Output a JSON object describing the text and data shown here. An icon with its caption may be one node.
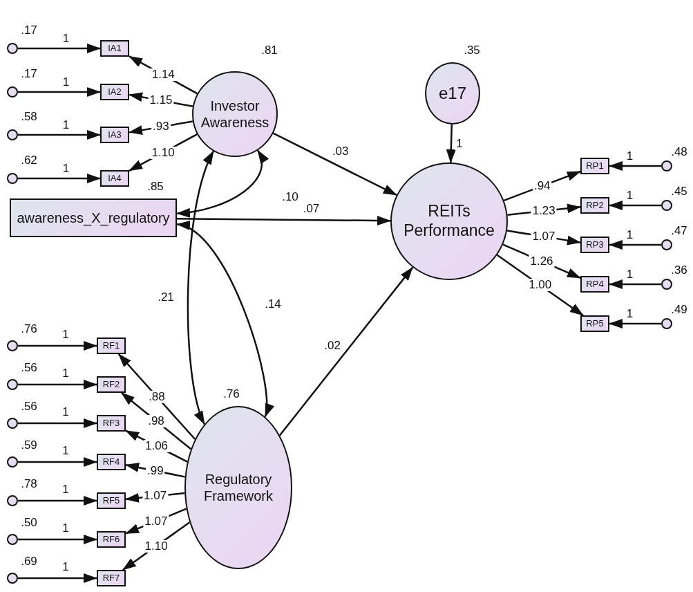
{
  "diagram": {
    "nodes": [
      {
        "text": [
          "Investor Awareness"
        ],
        "beside": [
          ".81"
        ]
      },
      {
        "text": [
          "IA1"
        ]
      },
      {
        "text": [
          "IA2"
        ]
      },
      {
        "text": [
          "IA3"
        ]
      },
      {
        "text": [
          "IA4"
        ]
      },
      {
        "text": [],
        "shape": "circle",
        "beside": [
          ".17"
        ]
      },
      {
        "text": [],
        "shape": "circle",
        "beside": [
          ".17"
        ]
      },
      {
        "text": [],
        "shape": "circle",
        "beside": [
          ".58"
        ]
      },
      {
        "text": [],
        "shape": "circle",
        "beside": [
          ".62"
        ]
      },
      {
        "text": [
          "awareness_X_regulatory"
        ],
        "beside": [
          ".85"
        ]
      },
      {
        "text": [
          "Regulatory Framework"
        ],
        "beside": [
          ".76"
        ]
      },
      {
        "text": [
          "RF1"
        ]
      },
      {
        "text": [
          "RF2"
        ]
      },
      {
        "text": [
          "RF3"
        ]
      },
      {
        "text": [
          "RF4"
        ]
      },
      {
        "text": [
          "RF5"
        ]
      },
      {
        "text": [
          "RF6"
        ]
      },
      {
        "text": [
          "RF7"
        ]
      },
      {
        "text": [],
        "shape": "circle",
        "beside": [
          ".76"
        ]
      },
      {
        "text": [],
        "shape": "circle",
        "beside": [
          ".56"
        ]
      },
      {
        "text": [],
        "shape": "circle",
        "beside": [
          ".56"
        ]
      },
      {
        "text": [],
        "shape": "circle",
        "beside": [
          ".59"
        ]
      },
      {
        "text": [],
        "shape": "circle",
        "beside": [
          ".78"
        ]
      },
      {
        "text": [],
        "shape": "circle",
        "beside": [
          ".50"
        ]
      },
      {
        "text": [],
        "shape": "circle",
        "beside": [
          ".69"
        ]
      },
      {
        "text": [
          "REITs Performance"
        ]
      },
      {
        "text": [
          "e17"
        ],
        "beside": [
          ".35"
        ]
      },
      {
        "text": [
          "RP1"
        ]
      },
      {
        "text": [
          "RP2"
        ]
      },
      {
        "text": [
          "RP3"
        ]
      },
      {
        "text": [
          "RP4"
        ]
      },
      {
        "text": [
          "RP5"
        ]
      },
      {
        "text": [],
        "shape": "circle",
        "beside": [
          ".48"
        ]
      },
      {
        "text": [],
        "shape": "circle",
        "beside": [
          ".45"
        ]
      },
      {
        "text": [],
        "shape": "circle",
        "beside": [
          ".47"
        ]
      },
      {
        "text": [],
        "shape": "circle",
        "beside": [
          ".36"
        ]
      },
      {
        "text": [],
        "shape": "circle",
        "beside": [
          ".49"
        ]
      }
    ],
    "edges": [
      {
        "from": 5,
        "to": 1,
        "arrow": "to",
        "label": "1"
      },
      {
        "from": 6,
        "to": 2,
        "arrow": "to",
        "label": "1"
      },
      {
        "from": 7,
        "to": 3,
        "arrow": "to",
        "label": "1"
      },
      {
        "from": 8,
        "to": 4,
        "arrow": "to",
        "label": "1"
      },
      {
        "from": 0,
        "to": 1,
        "arrow": "to",
        "label": "1.14"
      },
      {
        "from": 0,
        "to": 2,
        "arrow": "to",
        "label": "1.15"
      },
      {
        "from": 0,
        "to": 3,
        "arrow": "to",
        "label": ".93"
      },
      {
        "from": 0,
        "to": 4,
        "arrow": "to",
        "label": "1.10"
      },
      {
        "from": 18,
        "to": 11,
        "arrow": "to",
        "label": "1"
      },
      {
        "from": 19,
        "to": 12,
        "arrow": "to",
        "label": "1"
      },
      {
        "from": 20,
        "to": 13,
        "arrow": "to",
        "label": "1"
      },
      {
        "from": 21,
        "to": 14,
        "arrow": "to",
        "label": "1"
      },
      {
        "from": 22,
        "to": 15,
        "arrow": "to",
        "label": "1"
      },
      {
        "from": 23,
        "to": 16,
        "arrow": "to",
        "label": "1"
      },
      {
        "from": 24,
        "to": 17,
        "arrow": "to",
        "label": "1"
      },
      {
        "from": 10,
        "to": 11,
        "arrow": "to",
        "label": ".88"
      },
      {
        "from": 10,
        "to": 12,
        "arrow": "to",
        "label": ".98"
      },
      {
        "from": 10,
        "to": 13,
        "arrow": "to",
        "label": "1.06"
      },
      {
        "from": 10,
        "to": 14,
        "arrow": "to",
        "label": ".99"
      },
      {
        "from": 10,
        "to": 15,
        "arrow": "to",
        "label": "1.07"
      },
      {
        "from": 10,
        "to": 16,
        "arrow": "to",
        "label": "1.07"
      },
      {
        "from": 10,
        "to": 17,
        "arrow": "to",
        "label": "1.10"
      },
      {
        "from": 26,
        "to": 25,
        "arrow": "to",
        "label": "1"
      },
      {
        "from": 0,
        "to": 25,
        "arrow": "to",
        "label": ".03"
      },
      {
        "from": 9,
        "to": 25,
        "arrow": "to",
        "label": ".07"
      },
      {
        "from": 10,
        "to": 25,
        "arrow": "to",
        "label": ".02"
      },
      {
        "from": 25,
        "to": 27,
        "arrow": "to",
        "label": ".94"
      },
      {
        "from": 25,
        "to": 28,
        "arrow": "to",
        "label": "1.23"
      },
      {
        "from": 25,
        "to": 29,
        "arrow": "to",
        "label": "1.07"
      },
      {
        "from": 25,
        "to": 30,
        "arrow": "to",
        "label": "1.26"
      },
      {
        "from": 25,
        "to": 31,
        "arrow": "to",
        "label": "1.00"
      },
      {
        "from": 32,
        "to": 27,
        "arrow": "to",
        "label": "1"
      },
      {
        "from": 33,
        "to": 28,
        "arrow": "to",
        "label": "1"
      },
      {
        "from": 34,
        "to": 29,
        "arrow": "to",
        "label": "1"
      },
      {
        "from": 35,
        "to": 30,
        "arrow": "to",
        "label": "1"
      },
      {
        "from": 36,
        "to": 31,
        "arrow": "to",
        "label": "1"
      },
      {
        "from": 0,
        "to": 9,
        "arrow": "both",
        "label": ".10"
      },
      {
        "from": 9,
        "to": 10,
        "arrow": "both",
        "label": ".14"
      },
      {
        "from": 0,
        "to": 10,
        "arrow": "both",
        "label": ".21"
      }
    ]
  }
}
